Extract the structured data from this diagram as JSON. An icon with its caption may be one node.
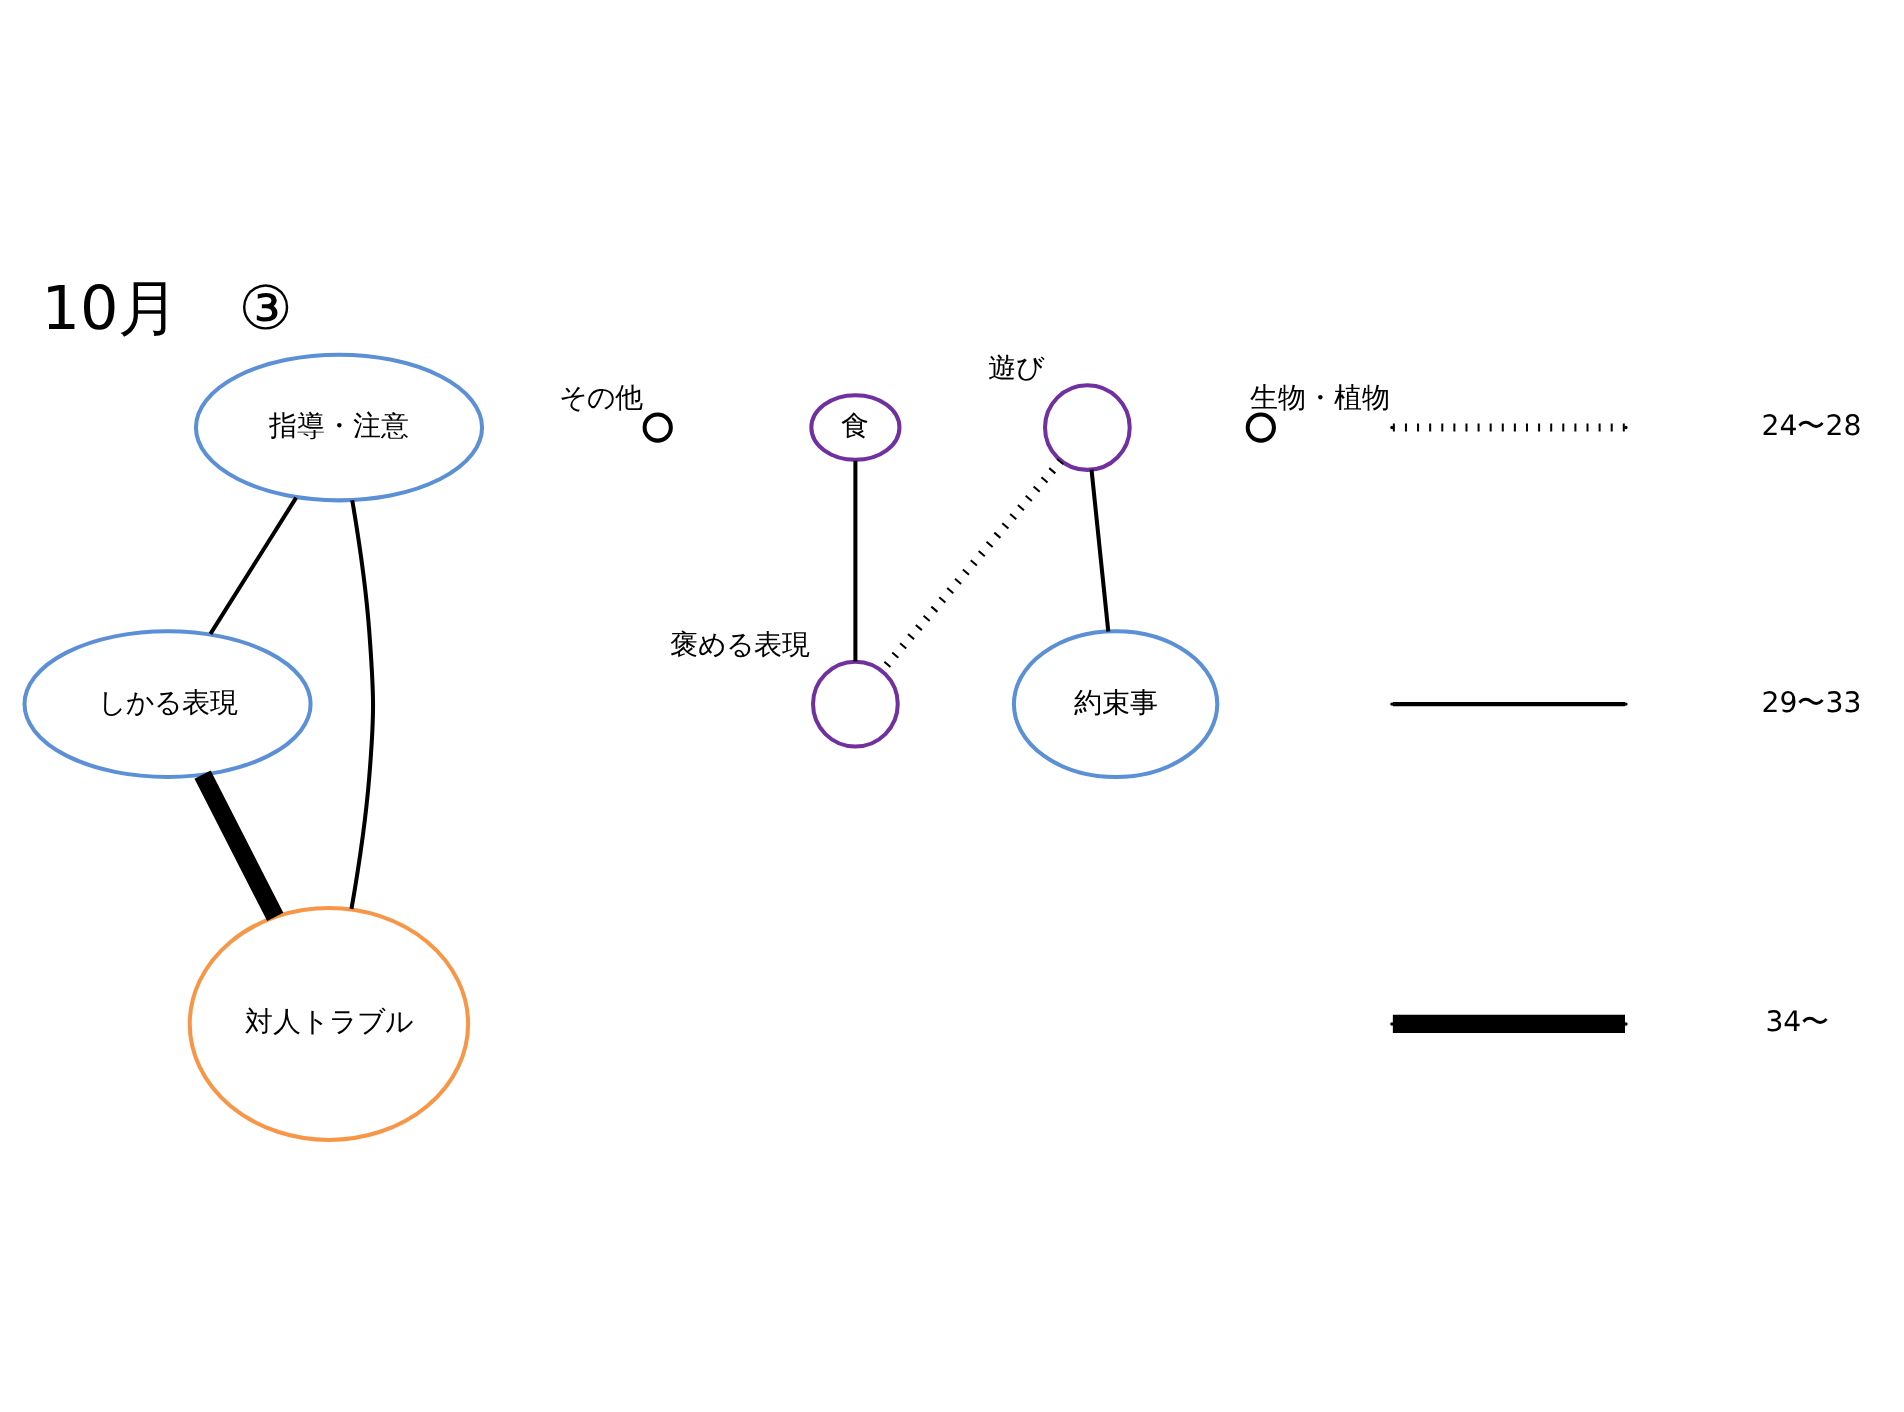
{
  "diagram": {
    "title": "10月　③",
    "nodes": [
      {
        "text": [
          "指導・注意"
        ]
      },
      {
        "text": [],
        "shape": "circle",
        "beside": [
          "その他"
        ]
      },
      {
        "text": [
          "食"
        ]
      },
      {
        "text": [],
        "shape": "circle",
        "beside": [
          "遊び"
        ]
      },
      {
        "text": [
          "しかる表現"
        ]
      },
      {
        "text": [
          "約束事"
        ]
      },
      {
        "text": [],
        "shape": "circle",
        "beside": [
          "褒める表現"
        ]
      },
      {
        "text": [
          "対人トラブル"
        ]
      },
      {
        "text": [],
        "shape": "circle",
        "beside": [
          "生物・植物"
        ]
      }
    ],
    "edges": [
      {
        "from": 0,
        "to": 4,
        "arrow": "none"
      },
      {
        "from": 0,
        "to": 7,
        "arrow": "none"
      },
      {
        "from": 2,
        "to": 6,
        "arrow": "none"
      },
      {
        "from": 3,
        "to": 5,
        "arrow": "none"
      },
      {
        "from": 3,
        "to": 6,
        "arrow": "none",
        "style": "dashed"
      },
      {
        "from": 4,
        "to": 7,
        "arrow": "none",
        "style": "thick"
      }
    ],
    "legend": [
      {
        "text": "24〜28"
      },
      {
        "text": "29〜33"
      },
      {
        "text": "34〜"
      }
    ]
  }
}
